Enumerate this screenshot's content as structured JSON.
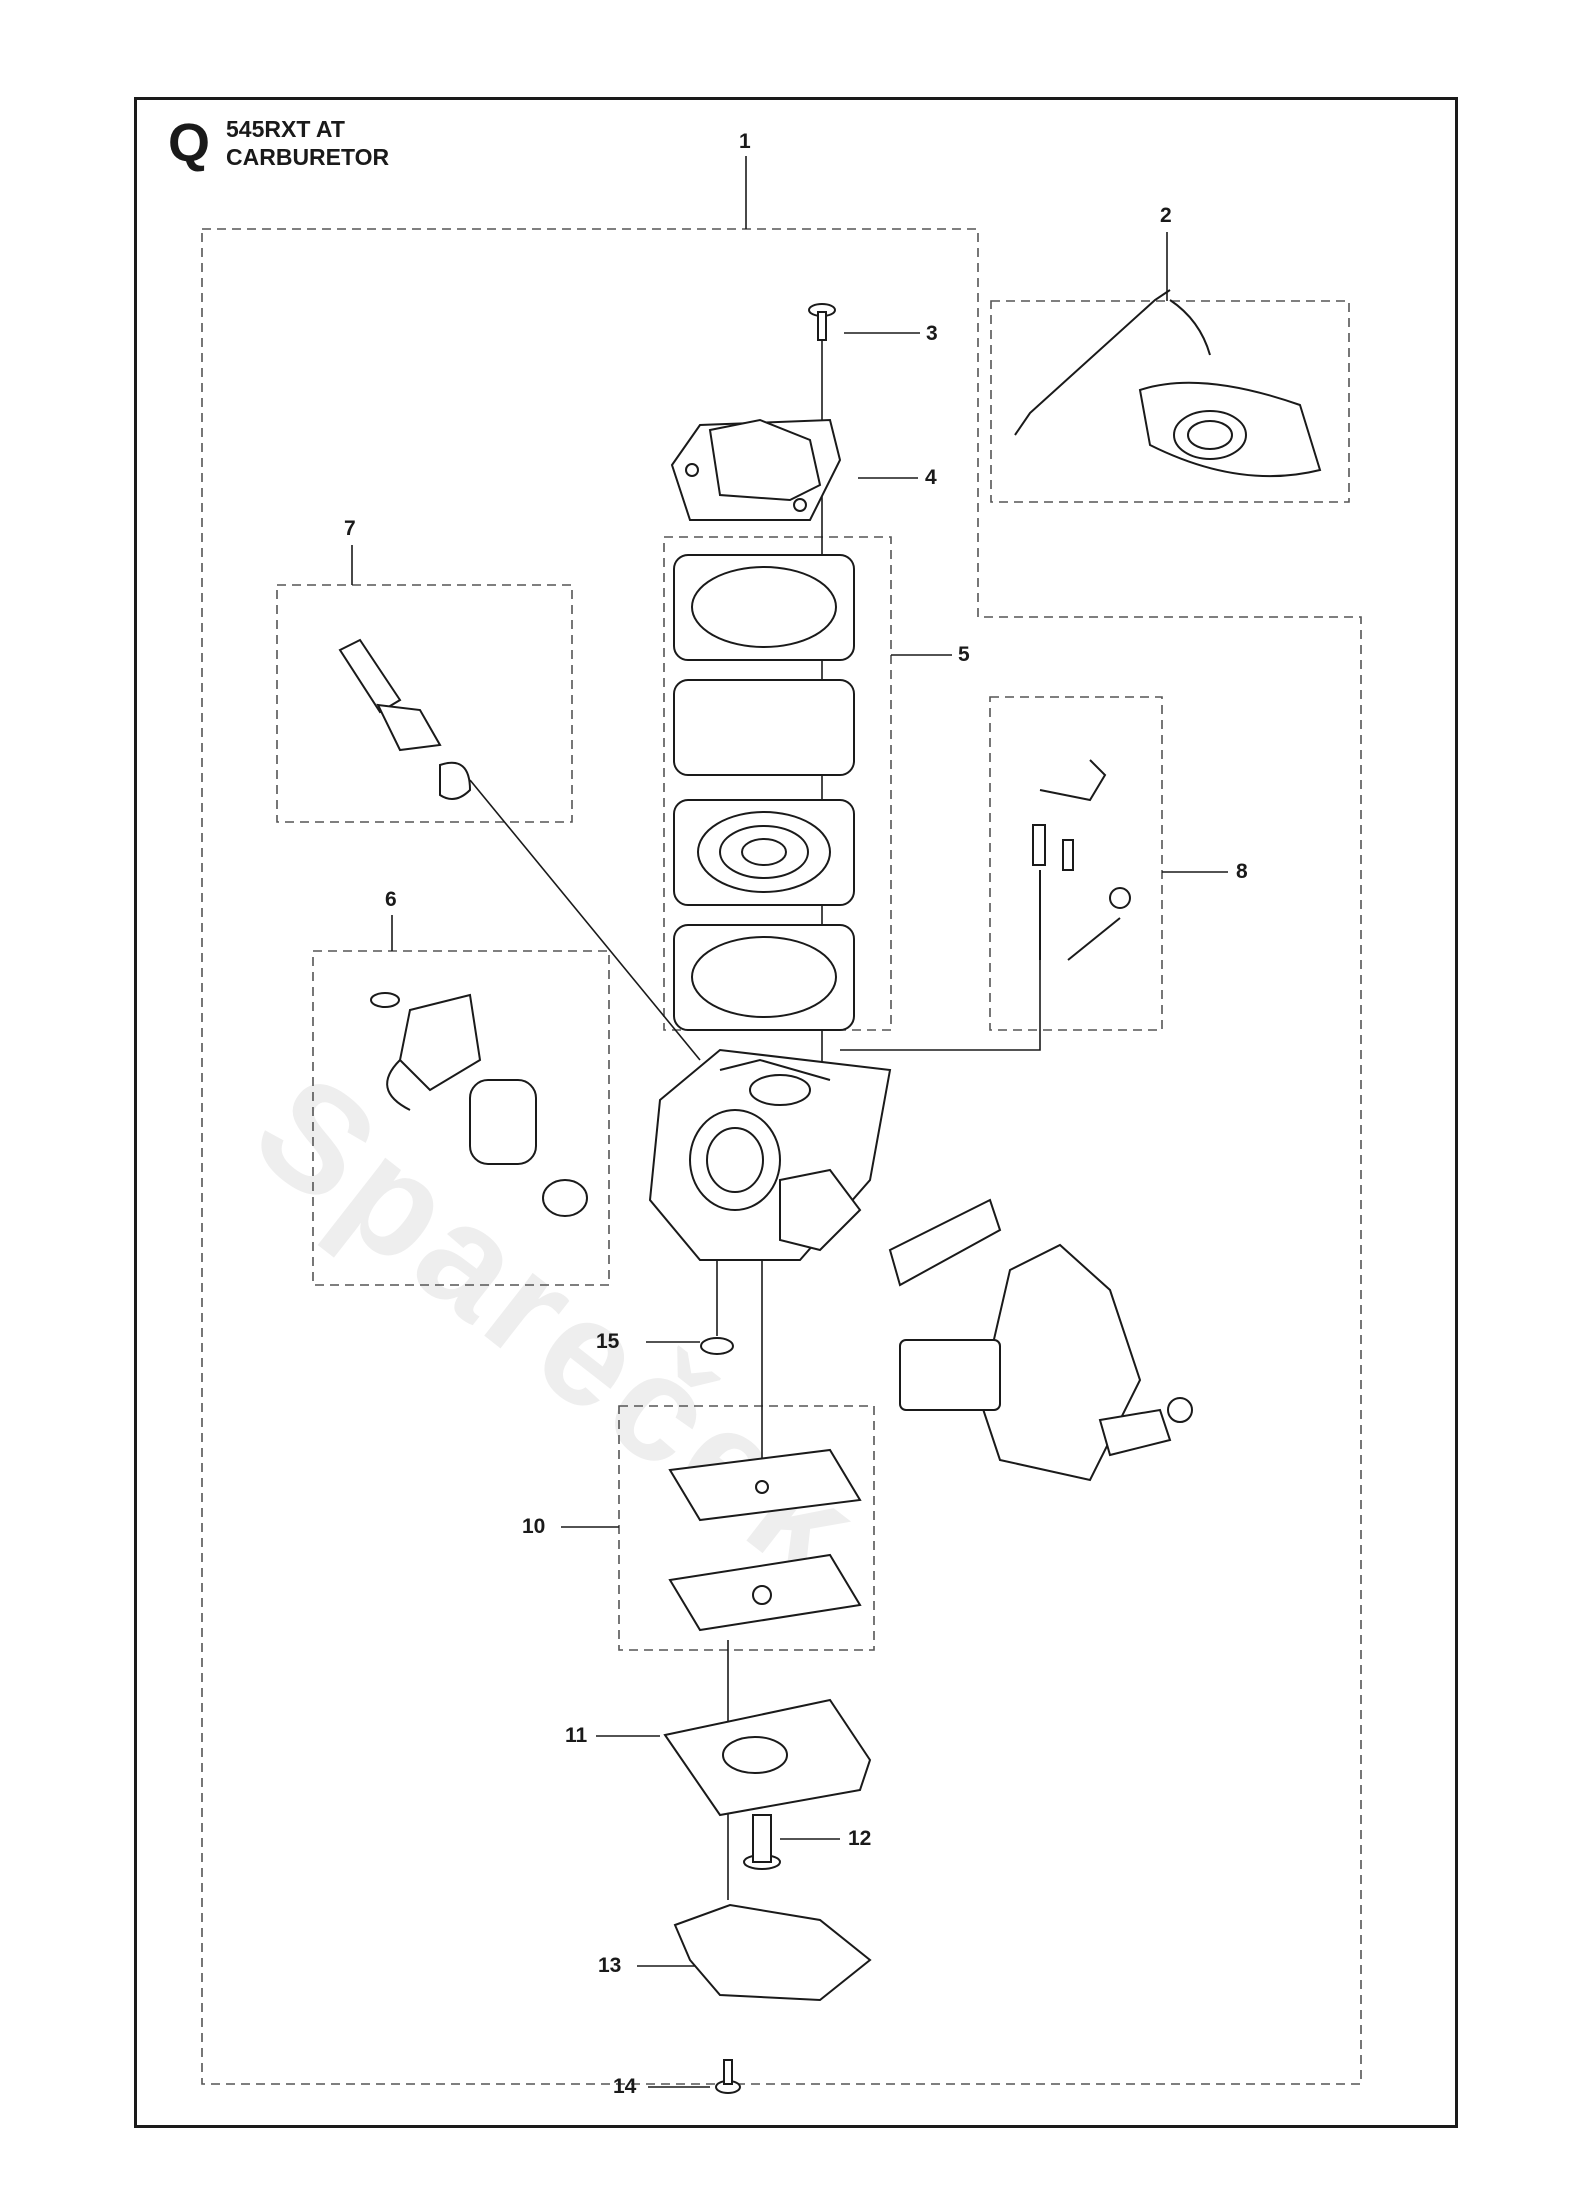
{
  "header": {
    "section_letter": "Q",
    "model": "545RXT AT",
    "assembly": "CARBURETOR"
  },
  "parts": [
    {
      "ref": "1"
    },
    {
      "ref": "2"
    },
    {
      "ref": "3"
    },
    {
      "ref": "4"
    },
    {
      "ref": "5"
    },
    {
      "ref": "6"
    },
    {
      "ref": "7"
    },
    {
      "ref": "8"
    },
    {
      "ref": "10"
    },
    {
      "ref": "11"
    },
    {
      "ref": "12"
    },
    {
      "ref": "13"
    },
    {
      "ref": "14"
    },
    {
      "ref": "15"
    }
  ],
  "colors": {
    "line": "#1a1a1a",
    "dashed_box": "#555555",
    "part_fill": "#ffffff",
    "watermark": "#eeeeee"
  }
}
